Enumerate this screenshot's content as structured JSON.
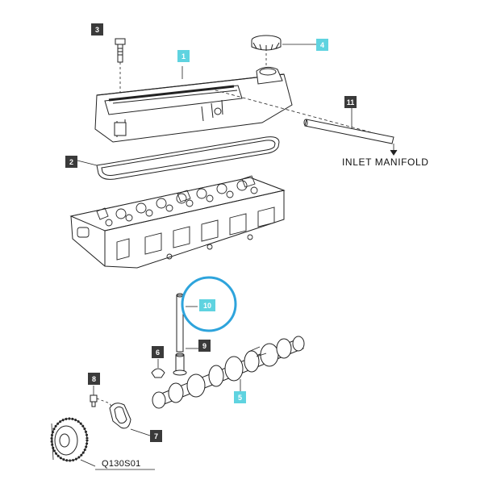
{
  "callouts": [
    {
      "id": "3",
      "style": "dark"
    },
    {
      "id": "1",
      "style": "light"
    },
    {
      "id": "4",
      "style": "light"
    },
    {
      "id": "11",
      "style": "dark"
    },
    {
      "id": "2",
      "style": "dark"
    },
    {
      "id": "10",
      "style": "light"
    },
    {
      "id": "6",
      "style": "dark"
    },
    {
      "id": "9",
      "style": "dark"
    },
    {
      "id": "8",
      "style": "dark"
    },
    {
      "id": "5",
      "style": "light"
    },
    {
      "id": "7",
      "style": "dark"
    }
  ],
  "labels": {
    "inlet_manifold": "INLET MANIFOLD",
    "drawing_code": "Q130S01"
  },
  "colors": {
    "dark_tag": "#3a3a3a",
    "light_tag": "#5fd3e0",
    "highlight_ring": "#2ea4dc",
    "line_art": "#222222"
  }
}
